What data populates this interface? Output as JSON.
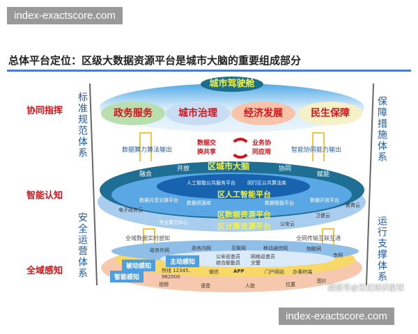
{
  "watermark_top": "index-exactscore.com",
  "watermark_bottom": "index-exactscore.com",
  "credit": "搜狐号@无忧知识星球",
  "title": "总体平台定位：区级大数据资源平台是城市大脑的重要组成部分",
  "left_labels": [
    "协同指挥",
    "智能认知",
    "全域感知"
  ],
  "left_vertical": [
    "标准规范体系",
    "安全运营体系"
  ],
  "right_vertical": [
    "保障措施体系",
    "运行支撑体系"
  ],
  "top": {
    "header": "城市驾驶舱",
    "pills": [
      "政务服务",
      "城市治理",
      "经济发展",
      "民生保障"
    ],
    "left_output": "数据算力算法输出",
    "right_output": "智能协同能力输出",
    "exchange_left": "数据交换共享",
    "exchange_right": "业务协同应用"
  },
  "middle": {
    "brain": "区城市大脑",
    "ring": [
      "融合",
      "开放",
      "协同",
      "赋能"
    ],
    "ai_items": [
      "人工智能公共服务平台",
      "闵行区公共算法库"
    ],
    "ai_platform": "区人工智能平台",
    "data_items": [
      "数据共享交换平台",
      "数据资源库",
      "数据智能平台",
      "数据开放平台"
    ],
    "data_platform": "区数据资源平台",
    "compute_platform": "区计算资源平台",
    "clouds": [
      "电子政务云",
      "专业算力中心",
      "公安云",
      "卫健云",
      "教育云"
    ]
  },
  "bottom": {
    "left_input": "全域数据实时感知",
    "right_input": "全网传输互联互通",
    "networks": [
      "政务外网",
      "政务内网",
      "互联网",
      "移动通信网",
      "物联网",
      "专网"
    ],
    "active": "主动感知",
    "passive": "被动感知",
    "smart": "智能感知",
    "staff": [
      "公安巡查员",
      "网格巡查员",
      "综合联勤员",
      "交警"
    ],
    "channels": [
      "热线 12345、962000",
      "微信",
      "APP",
      "门户网站",
      "办事终端"
    ],
    "sensors": [
      "视频",
      "语音",
      "人脸",
      "位置",
      "图片"
    ]
  },
  "colors": {
    "accent_red": "#d0141c",
    "blue_dark": "#1b5e8c",
    "blue_mid": "#3b8fd6",
    "yellow": "#f5f23a"
  }
}
